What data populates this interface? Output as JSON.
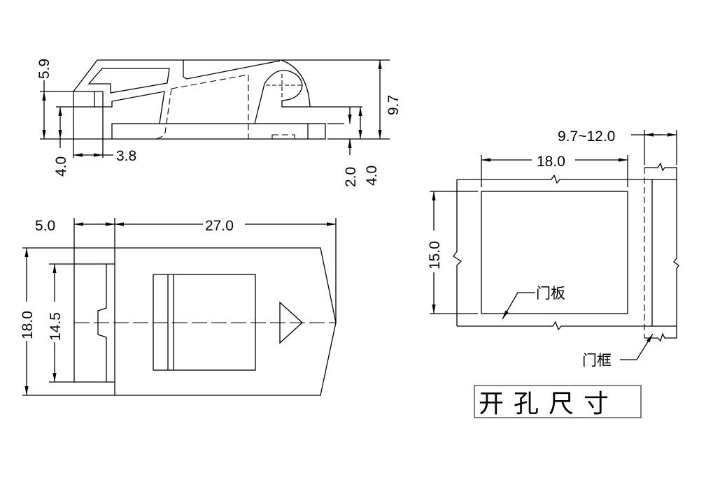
{
  "side_view": {
    "dim_top_left": "5.9",
    "dim_left_height": "4.0",
    "dim_left_width": "3.8",
    "dim_total_height": "9.7",
    "dim_right_a": "2.0",
    "dim_right_b": "4.0"
  },
  "top_view": {
    "dim_left_width": "5.0",
    "dim_length": "27.0",
    "dim_height": "18.0",
    "dim_inner_height": "14.5"
  },
  "cutout": {
    "dim_width": "18.0",
    "dim_height": "15.0",
    "dim_frame_range": "9.7~12.0",
    "label_door_panel": "门板",
    "label_door_frame": "门框",
    "title": "开孔尺寸"
  }
}
